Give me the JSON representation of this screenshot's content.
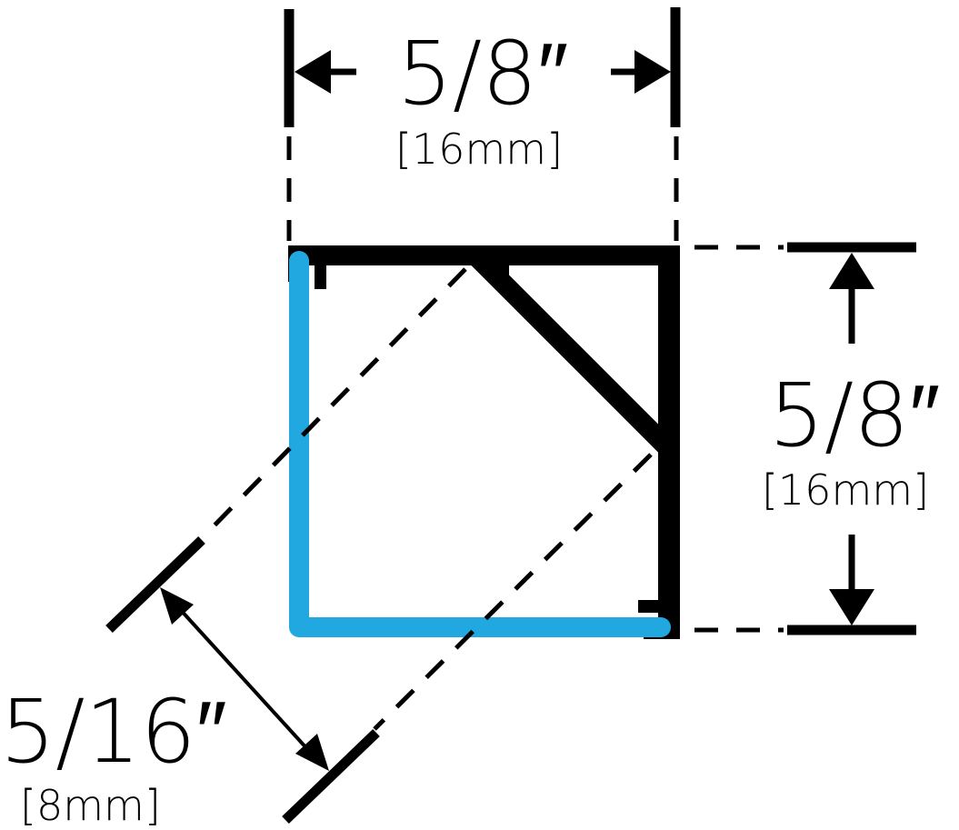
{
  "dimensions": {
    "width": {
      "imperial": "5/8″",
      "metric": "[16mm]"
    },
    "height": {
      "imperial": "5/8″",
      "metric": "[16mm]"
    },
    "diagonal": {
      "imperial": "5/16″",
      "metric": "[8mm]"
    }
  },
  "colors": {
    "profile": "#000000",
    "diffuser": "#22A8E0",
    "background": "#FFFFFF"
  }
}
